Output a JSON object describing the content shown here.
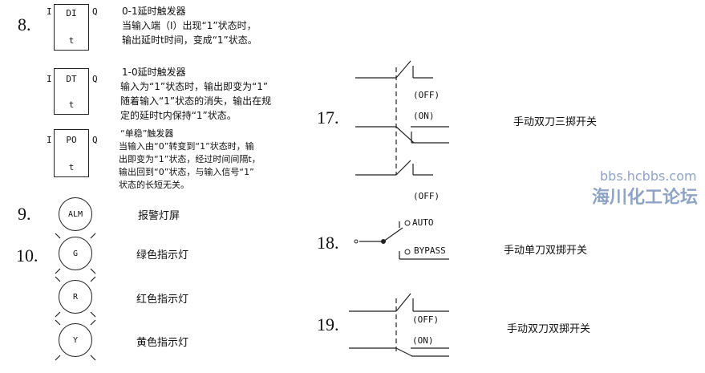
{
  "items": [
    {
      "number": "8.",
      "timers": [
        {
          "code": "DI",
          "left_pin": "I",
          "right_pin": "Q",
          "bottom": "t",
          "title": "0-1延时触发器",
          "lines": [
            "当输入端（I）出现“1”状态时，",
            "输出延时t时间，变成“1”状态。"
          ]
        },
        {
          "code": "DT",
          "left_pin": "I",
          "right_pin": "Q",
          "bottom": "t",
          "title": "1-0延时触发器",
          "lines": [
            "输入为“1”状态时，输出即变为“1”",
            "随着输入“1”状态的消失，输出在规",
            "定的延时t内保持“1”状态。"
          ]
        },
        {
          "code": "PO",
          "left_pin": "I",
          "right_pin": "Q",
          "bottom": "t",
          "title": "“单稳”触发器",
          "lines": [
            "当输入由“0”转变到“1”状态时，输",
            "出即变为“1”状态，经过时间间隔t，",
            "输出回到“0”状态，与输入信号“1”",
            "状态的长短无关。"
          ]
        }
      ]
    },
    {
      "number": "9.",
      "lamp": "ALM",
      "label": "报警灯屏"
    },
    {
      "number": "10.",
      "lamps": [
        {
          "code": "G",
          "label": "绿色指示灯"
        },
        {
          "code": "R",
          "label": "红色指示灯"
        },
        {
          "code": "Y",
          "label": "黄色指示灯"
        }
      ]
    },
    {
      "number": "17.",
      "off_top": "(OFF)",
      "on": "(ON)",
      "off_bottom": "(OFF)",
      "label": "手动双刀三掷开关"
    },
    {
      "number": "18.",
      "auto": "AUTO",
      "bypass": "BYPASS",
      "label": "手动单刀双掷开关"
    },
    {
      "number": "19.",
      "off": "(OFF)",
      "on": "(ON)",
      "label": "手动双刀双掷开关"
    }
  ],
  "watermark": {
    "url": "bbs.hcbbs.com",
    "name": "海川化工论坛"
  },
  "colors": {
    "line": "#222222",
    "watermark": "#8fa3c7"
  }
}
